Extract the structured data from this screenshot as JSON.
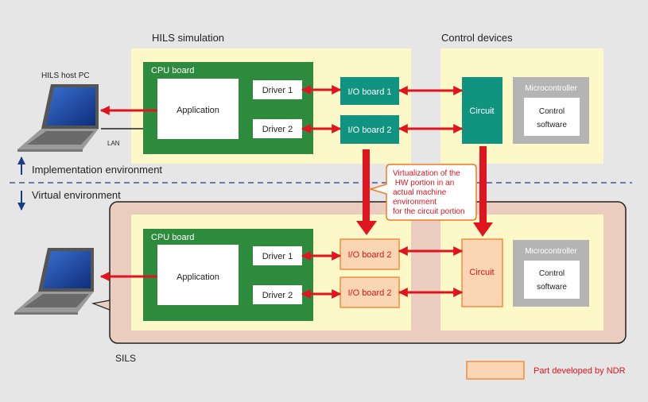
{
  "top": {
    "hils_title": "HILS simulation",
    "control_title": "Control devices",
    "host_pc_label": "HILS host PC",
    "lan_label": "LAN",
    "cpu_board_label": "CPU board",
    "application_label": "Application",
    "driver1_label": "Driver 1",
    "driver2_label": "Driver 2",
    "io_board1_label": "I/O board 1",
    "io_board2_label": "I/O board 2",
    "circuit_label": "Circuit",
    "microcontroller_label": "Microcontroller",
    "control_software_line1": "Control",
    "control_software_line2": "software"
  },
  "divider": {
    "implementation_label": "Implementation environment",
    "virtual_label": "Virtual environment"
  },
  "callout": {
    "lines": [
      "Virtualization of the",
      " HW portion in an",
      "actual machine",
      "environment",
      "for the circuit portion"
    ]
  },
  "bottom": {
    "sils_label": "SILS",
    "cpu_board_label": "CPU board",
    "application_label": "Application",
    "driver1_label": "Driver 1",
    "driver2_label": "Driver 2",
    "io_board_top_label": "I/O board 2",
    "io_board_bottom_label": "I/O board 2",
    "circuit_label": "Circuit",
    "microcontroller_label": "Microcontroller",
    "control_software_line1": "Control",
    "control_software_line2": "software"
  },
  "legend": {
    "label": "Part developed by NDR"
  },
  "colors": {
    "background": "#e6e6e6",
    "yellow_area": "#fdf8c8",
    "green_board": "#2e8b3e",
    "teal_io": "#109380",
    "ndr_fill": "#fad6b4",
    "ndr_border": "#f07a1e",
    "red_arrow": "#e0141e",
    "gray_micro": "#b4b4b4",
    "sils_bg": "#ebcdc0",
    "navy": "#1a3a8a"
  }
}
